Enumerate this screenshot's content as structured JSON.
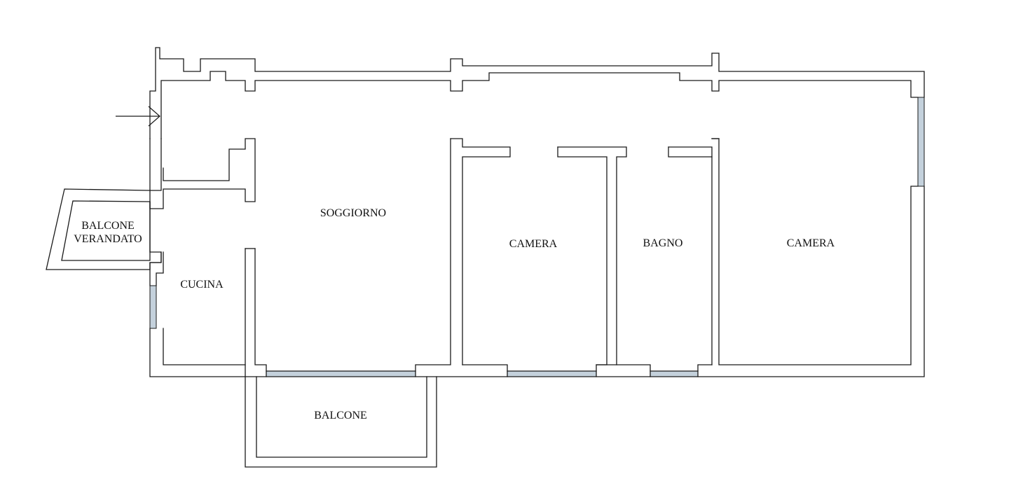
{
  "rooms": {
    "soggiorno": "SOGGIORNO",
    "camera_1": "CAMERA",
    "bagno": "BAGNO",
    "camera_2": "CAMERA",
    "cucina": "CUCINA",
    "balcone": "BALCONE",
    "balcone_verandato_line1": "BALCONE",
    "balcone_verandato_line2": "VERANDATO"
  },
  "colors": {
    "wall": "#1a1a1a",
    "window": "#c4d1dc",
    "background": "#ffffff"
  },
  "icons": {
    "entrance": "arrow-right-icon"
  }
}
